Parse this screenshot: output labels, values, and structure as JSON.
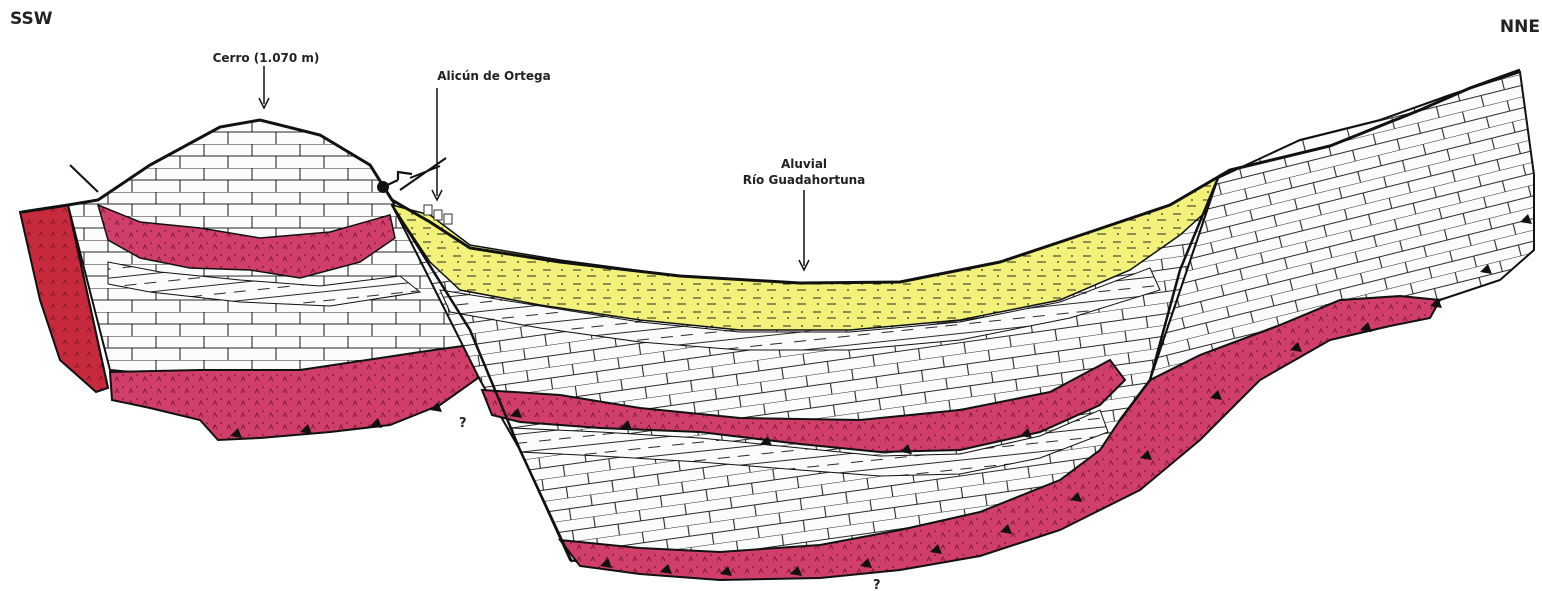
{
  "labels": {
    "dir_left": "SSW",
    "dir_right": "NNE",
    "peak": "Cerro (1.070 m)",
    "town": "Alicún de Ortega",
    "alluvial_line1": "Aluvial",
    "alluvial_line2": "Río Guadahortuna",
    "unknown_mid": "?",
    "unknown_bottom": "?"
  },
  "colors": {
    "limestone": "#fbfbfb",
    "limestone_lines": "#2a2a2a",
    "red_layer": "#cf3f6a",
    "red_layer_dark": "#b1264f",
    "alluvium": "#f2f27a",
    "left_block": "#c72a3c",
    "outline": "#111111"
  },
  "icons": [
    "fault-arrow-icon",
    "fault-point-icon",
    "thrust-teeth-icon"
  ]
}
